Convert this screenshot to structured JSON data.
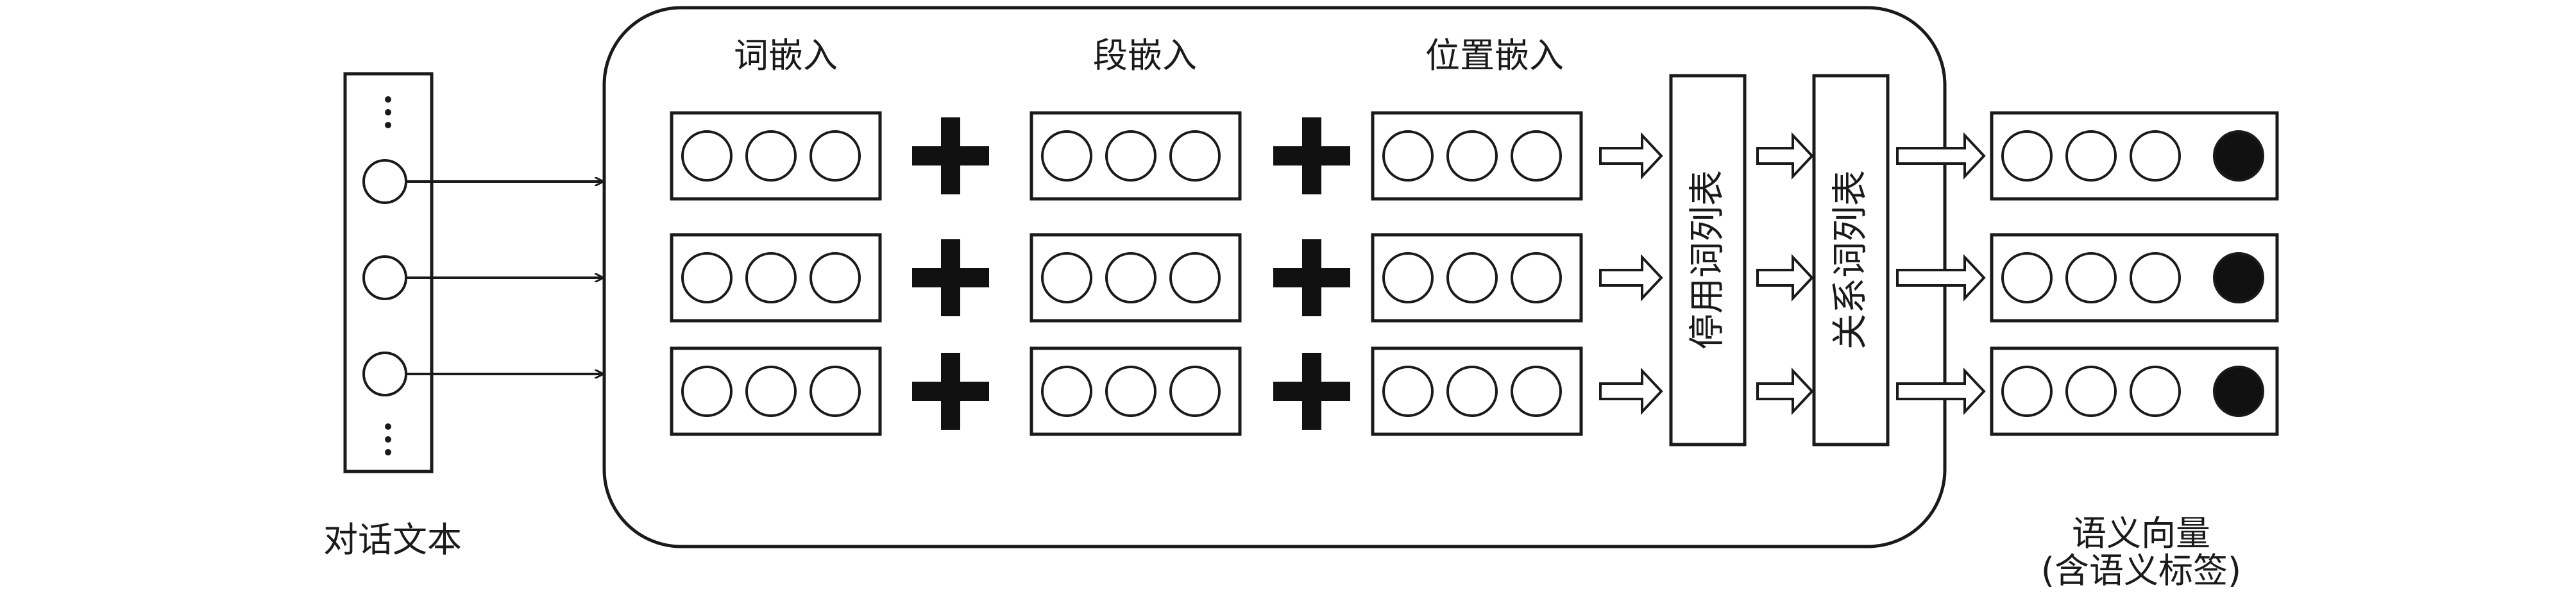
{
  "input": {
    "label": "对话文本"
  },
  "embeddings": {
    "word_label": "词嵌入",
    "segment_label": "段嵌入",
    "position_label": "位置嵌入"
  },
  "lists": {
    "stopword_label": "停用词列表",
    "relation_label": "关系词列表"
  },
  "output": {
    "label_line1": "语义向量",
    "label_line2": "(含语义标签)"
  },
  "rows": 3,
  "colors": {
    "stroke": "#1a1a1a",
    "fill": "#ffffff",
    "plus": "#111111",
    "tag_dot": "#111111"
  }
}
